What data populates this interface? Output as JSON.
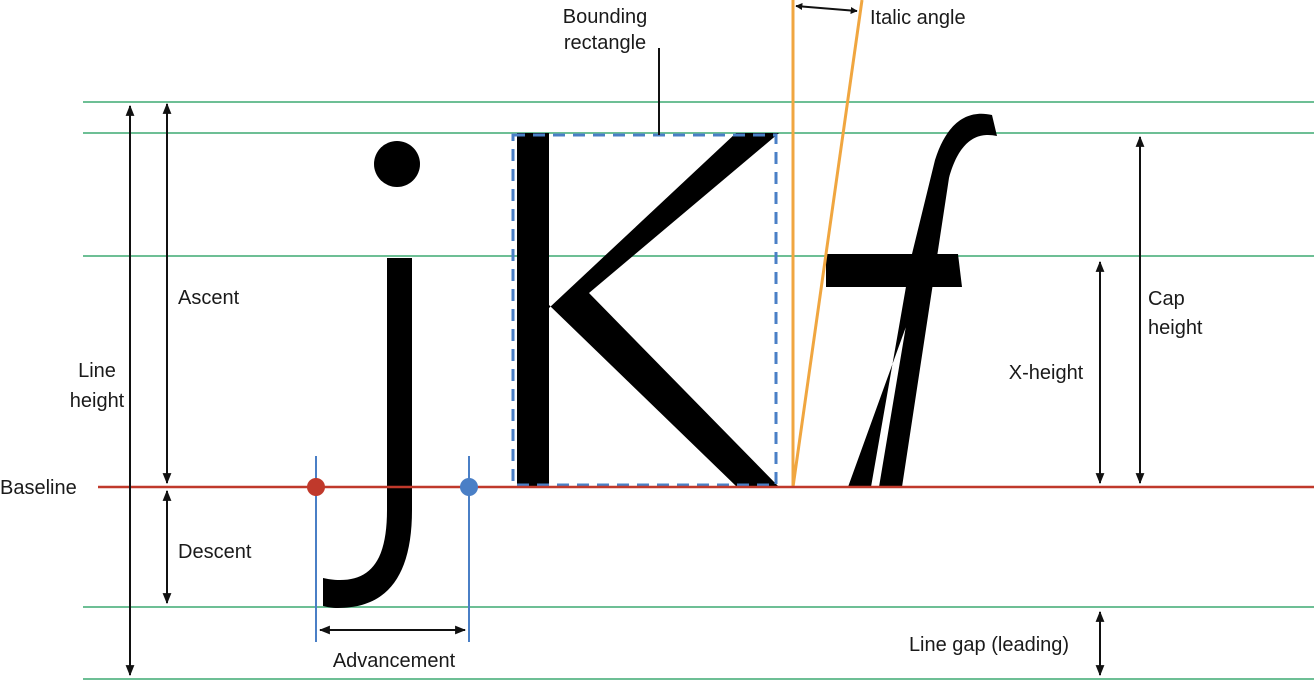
{
  "glyphs": {
    "j": "j",
    "K": "K",
    "f": "f"
  },
  "labels": {
    "bounding_line1": "Bounding",
    "bounding_line2": "rectangle",
    "italic_angle": "Italic angle",
    "ascent": "Ascent",
    "line_height_line1": "Line",
    "line_height_line2": "height",
    "baseline": "Baseline",
    "descent": "Descent",
    "advancement": "Advancement",
    "x_height": "X-height",
    "cap_height_line1": "Cap",
    "cap_height_line2": "height",
    "line_gap": "Line gap (leading)"
  },
  "colors": {
    "guide_green": "#6dbf95",
    "baseline_red": "#c0392b",
    "advance_blue": "#4a7fc6",
    "bbox_dash_blue": "#4a7fc6",
    "italic_orange": "#f0a640",
    "arrow_black": "#111111",
    "glyph_black": "#000000",
    "start_dot": "#c0392b",
    "end_dot": "#4a7fc6"
  }
}
